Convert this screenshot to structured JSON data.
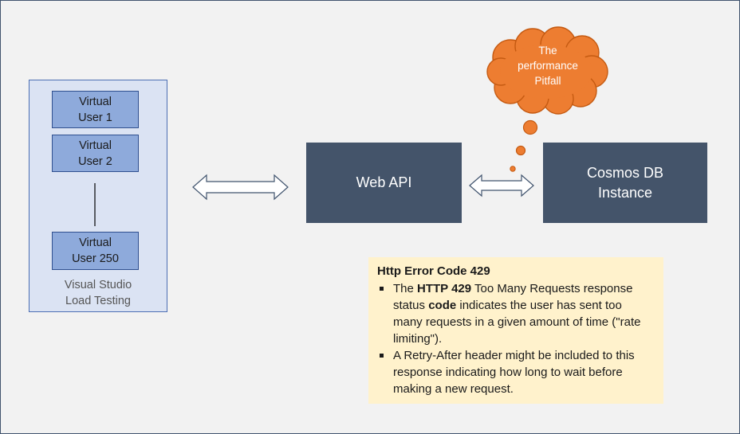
{
  "users": [
    {
      "line1": "Virtual",
      "line2": "User 1"
    },
    {
      "line1": "Virtual",
      "line2": "User 2"
    },
    {
      "line1": "Virtual",
      "line2": "User 250"
    }
  ],
  "group": {
    "line1": "Visual Studio",
    "line2": "Load Testing"
  },
  "webapi": {
    "label": "Web API"
  },
  "cosmos": {
    "line1": "Cosmos DB",
    "line2": "Instance"
  },
  "cloud": {
    "line1": "The",
    "line2": "performance",
    "line3": "Pitfall"
  },
  "note": {
    "title": "Http Error Code 429",
    "b1": {
      "pre": "The ",
      "bold1": "HTTP 429",
      "mid": " Too Many Requests response status ",
      "bold2": "code",
      "post": " indicates the user has sent too many requests in a given amount of time (\"rate limiting\")."
    },
    "b2": "A Retry-After header might be included to this response indicating how long to wait before making a new request."
  },
  "colors": {
    "box": "#44546a",
    "user": "#8eaadb",
    "group": "#dbe3f3",
    "cloud": "#ed7d31",
    "note": "#fff2cc"
  }
}
